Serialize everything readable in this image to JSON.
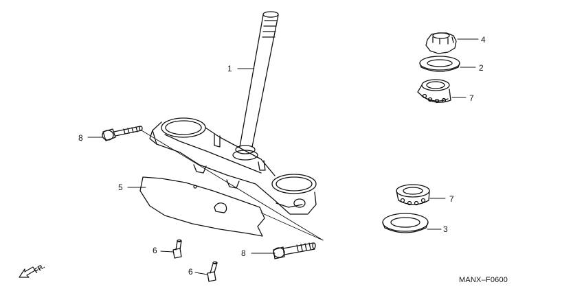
{
  "diagram": {
    "drawing_code": "MANX–F0600",
    "direction_label": "FR.",
    "callouts": [
      {
        "id": "c1",
        "number": "1"
      },
      {
        "id": "c2",
        "number": "2"
      },
      {
        "id": "c3",
        "number": "3"
      },
      {
        "id": "c4",
        "number": "4"
      },
      {
        "id": "c5",
        "number": "5"
      },
      {
        "id": "c6a",
        "number": "6"
      },
      {
        "id": "c6b",
        "number": "6"
      },
      {
        "id": "c7a",
        "number": "7"
      },
      {
        "id": "c7b",
        "number": "7"
      },
      {
        "id": "c8a",
        "number": "8"
      },
      {
        "id": "c8b",
        "number": "8"
      }
    ]
  }
}
